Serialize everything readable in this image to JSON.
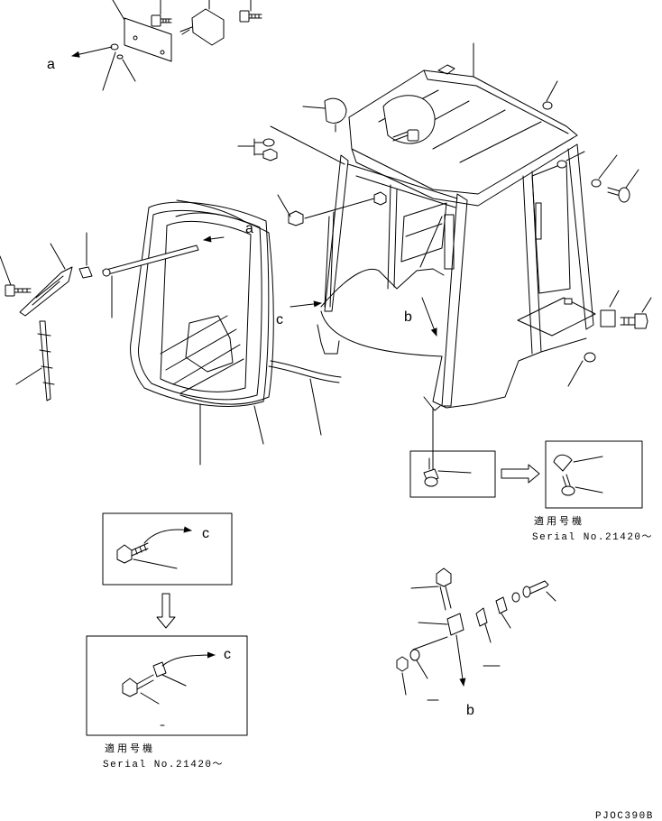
{
  "labels": {
    "a": "a",
    "b": "b",
    "c": "c"
  },
  "applicable_serial": {
    "heading": "適用号機",
    "serial": "Serial No.21420〜"
  },
  "drawing_id": "PJOC390B"
}
